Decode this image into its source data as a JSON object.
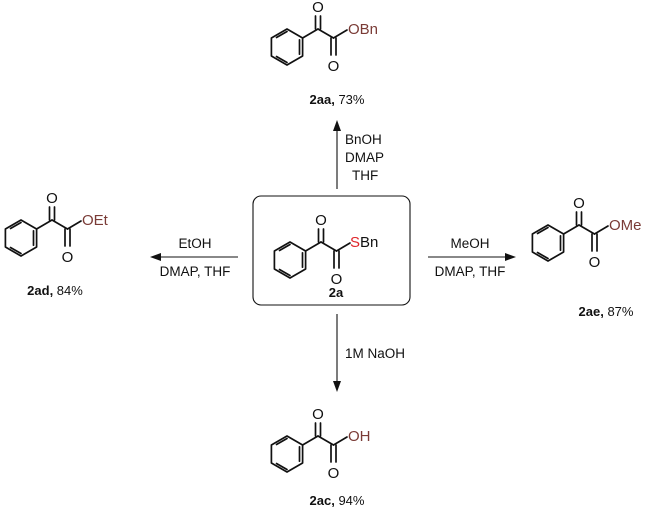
{
  "center": {
    "label": "2a",
    "atoms": {
      "o_keto": "O",
      "o_ester": "O",
      "s": "S",
      "group": "Bn"
    }
  },
  "top": {
    "label": "2aa",
    "yield": "73%",
    "conditions": [
      "BnOH",
      "DMAP",
      "THF"
    ],
    "atoms": {
      "o_keto": "O",
      "o_ester": "O",
      "group": "OBn"
    }
  },
  "left": {
    "label": "2ad",
    "yield": "84%",
    "conditions": [
      "EtOH",
      "DMAP, THF"
    ],
    "atoms": {
      "o_keto": "O",
      "o_ester": "O",
      "group": "OEt"
    }
  },
  "right": {
    "label": "2ae",
    "yield": "87%",
    "conditions": [
      "MeOH",
      "DMAP, THF"
    ],
    "atoms": {
      "o_keto": "O",
      "o_ester": "O",
      "group": "OMe"
    }
  },
  "bottom": {
    "label": "2ac",
    "yield": "94%",
    "conditions": [
      "1M NaOH"
    ],
    "atoms": {
      "o_keto": "O",
      "o_ester": "O",
      "group": "OH"
    }
  },
  "colors": {
    "hetero": "#7a3b36",
    "sulfur": "#e0262b"
  }
}
